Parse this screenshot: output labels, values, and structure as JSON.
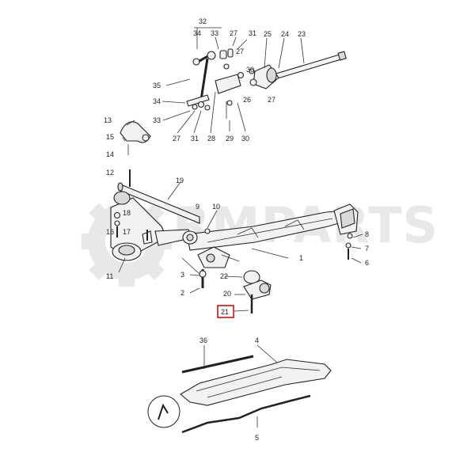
{
  "watermark": {
    "text": "RMPARTS",
    "color": "#e6e6e6"
  },
  "highlight": {
    "label": "21",
    "color": "#cc0000"
  },
  "callouts": [
    "32",
    "34",
    "33",
    "27",
    "31",
    "25",
    "24",
    "23",
    "27",
    "35",
    "30",
    "26",
    "27",
    "34",
    "33",
    "27",
    "31",
    "28",
    "29",
    "30",
    "13",
    "15",
    "14",
    "12",
    "19",
    "18",
    "16",
    "17",
    "11",
    "9",
    "10",
    "1",
    "8",
    "7",
    "6",
    "3",
    "22",
    "20",
    "2",
    "21",
    "36",
    "4",
    "5"
  ]
}
